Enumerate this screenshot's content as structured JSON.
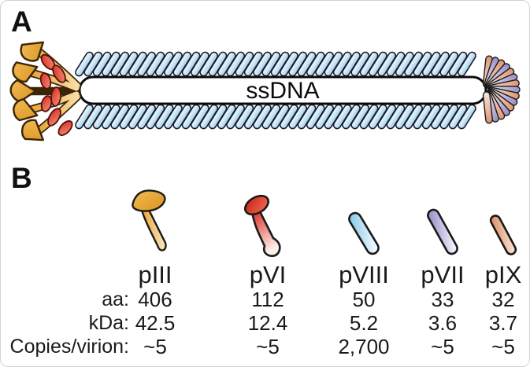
{
  "panel_a": {
    "label": "A",
    "dna_label": "ssDNA"
  },
  "panel_b": {
    "label": "B",
    "row_labels": {
      "aa": "aa:",
      "kda": "kDa:",
      "copies": "Copies/virion:"
    },
    "proteins": [
      {
        "name": "pIII",
        "icon": "piii-mushroom-icon",
        "aa": "406",
        "kda": "42.5",
        "copies": "~5",
        "color": "#E09A28"
      },
      {
        "name": "pVI",
        "icon": "pvi-club-icon",
        "aa": "112",
        "kda": "12.4",
        "copies": "~5",
        "color": "#D92B1F"
      },
      {
        "name": "pVIII",
        "icon": "pviii-rod-icon",
        "aa": "50",
        "kda": "5.2",
        "copies": "2,700",
        "color": "#A9D7F0"
      },
      {
        "name": "pVII",
        "icon": "pvii-rod-icon",
        "aa": "33",
        "kda": "3.6",
        "copies": "~5",
        "color": "#9A8FC6"
      },
      {
        "name": "pIX",
        "icon": "pix-rod-icon",
        "aa": "32",
        "kda": "3.7",
        "copies": "~5",
        "color": "#DD9574"
      }
    ]
  },
  "colors": {
    "outline": "#1a1a1a",
    "coat_blue": "#BFE3F5",
    "gold": "#E09A28",
    "red": "#D92B1F",
    "lavender": "#9A8FC6",
    "salmon": "#DD9574",
    "capsule_fill": "#ffffff",
    "card_border": "#ccd3d9"
  }
}
